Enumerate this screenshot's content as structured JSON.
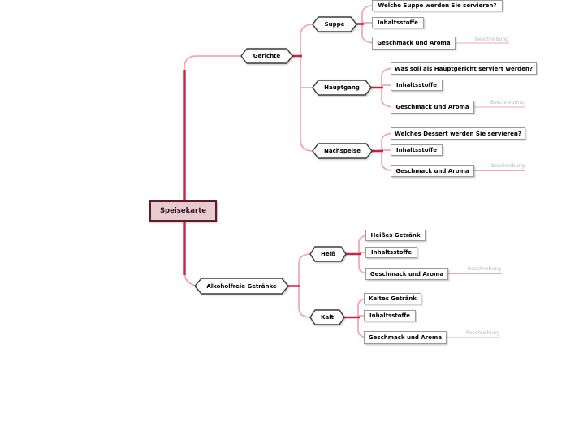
{
  "colors": {
    "edge_main": "#cc2240",
    "edge_branch": "#f2a7b6",
    "root_fill": "#e7cbd1",
    "root_border": "#5c1f2a",
    "root_text": "#33121c",
    "node_border": "#3c3c3c",
    "leaf_border": "#9a9a9a",
    "note_text": "#b8b8b8"
  },
  "mindmap": {
    "root": {
      "label": "Speisekarte"
    },
    "branches": [
      {
        "label": "Gerichte",
        "children": [
          {
            "label": "Suppe",
            "leaves": [
              {
                "label": "Welche Suppe werden Sie servieren?"
              },
              {
                "label": "Inhaltsstoffe"
              },
              {
                "label": "Geschmack und Aroma",
                "note": "Beschreibung"
              }
            ]
          },
          {
            "label": "Hauptgang",
            "leaves": [
              {
                "label": "Was soll als Hauptgericht serviert werden?"
              },
              {
                "label": "Inhaltsstoffe"
              },
              {
                "label": "Geschmack und Aroma",
                "note": "Beschreibung"
              }
            ]
          },
          {
            "label": "Nachspeise",
            "leaves": [
              {
                "label": "Welches Dessert werden Sie servieren?"
              },
              {
                "label": "Inhaltsstoffe"
              },
              {
                "label": "Geschmack und Aroma",
                "note": "Beschreibung"
              }
            ]
          }
        ]
      },
      {
        "label": "Alkoholfreie Getränke",
        "children": [
          {
            "label": "Heiß",
            "leaves": [
              {
                "label": "Heißes Getränk"
              },
              {
                "label": "Inhaltsstoffe"
              },
              {
                "label": "Geschmack und Aroma",
                "note": "Beschreibung"
              }
            ]
          },
          {
            "label": "Kalt",
            "leaves": [
              {
                "label": "Kaltes Getränk"
              },
              {
                "label": "Inhaltsstoffe"
              },
              {
                "label": "Geschmack und Aroma",
                "note": "Beschreibung"
              }
            ]
          }
        ]
      }
    ]
  }
}
